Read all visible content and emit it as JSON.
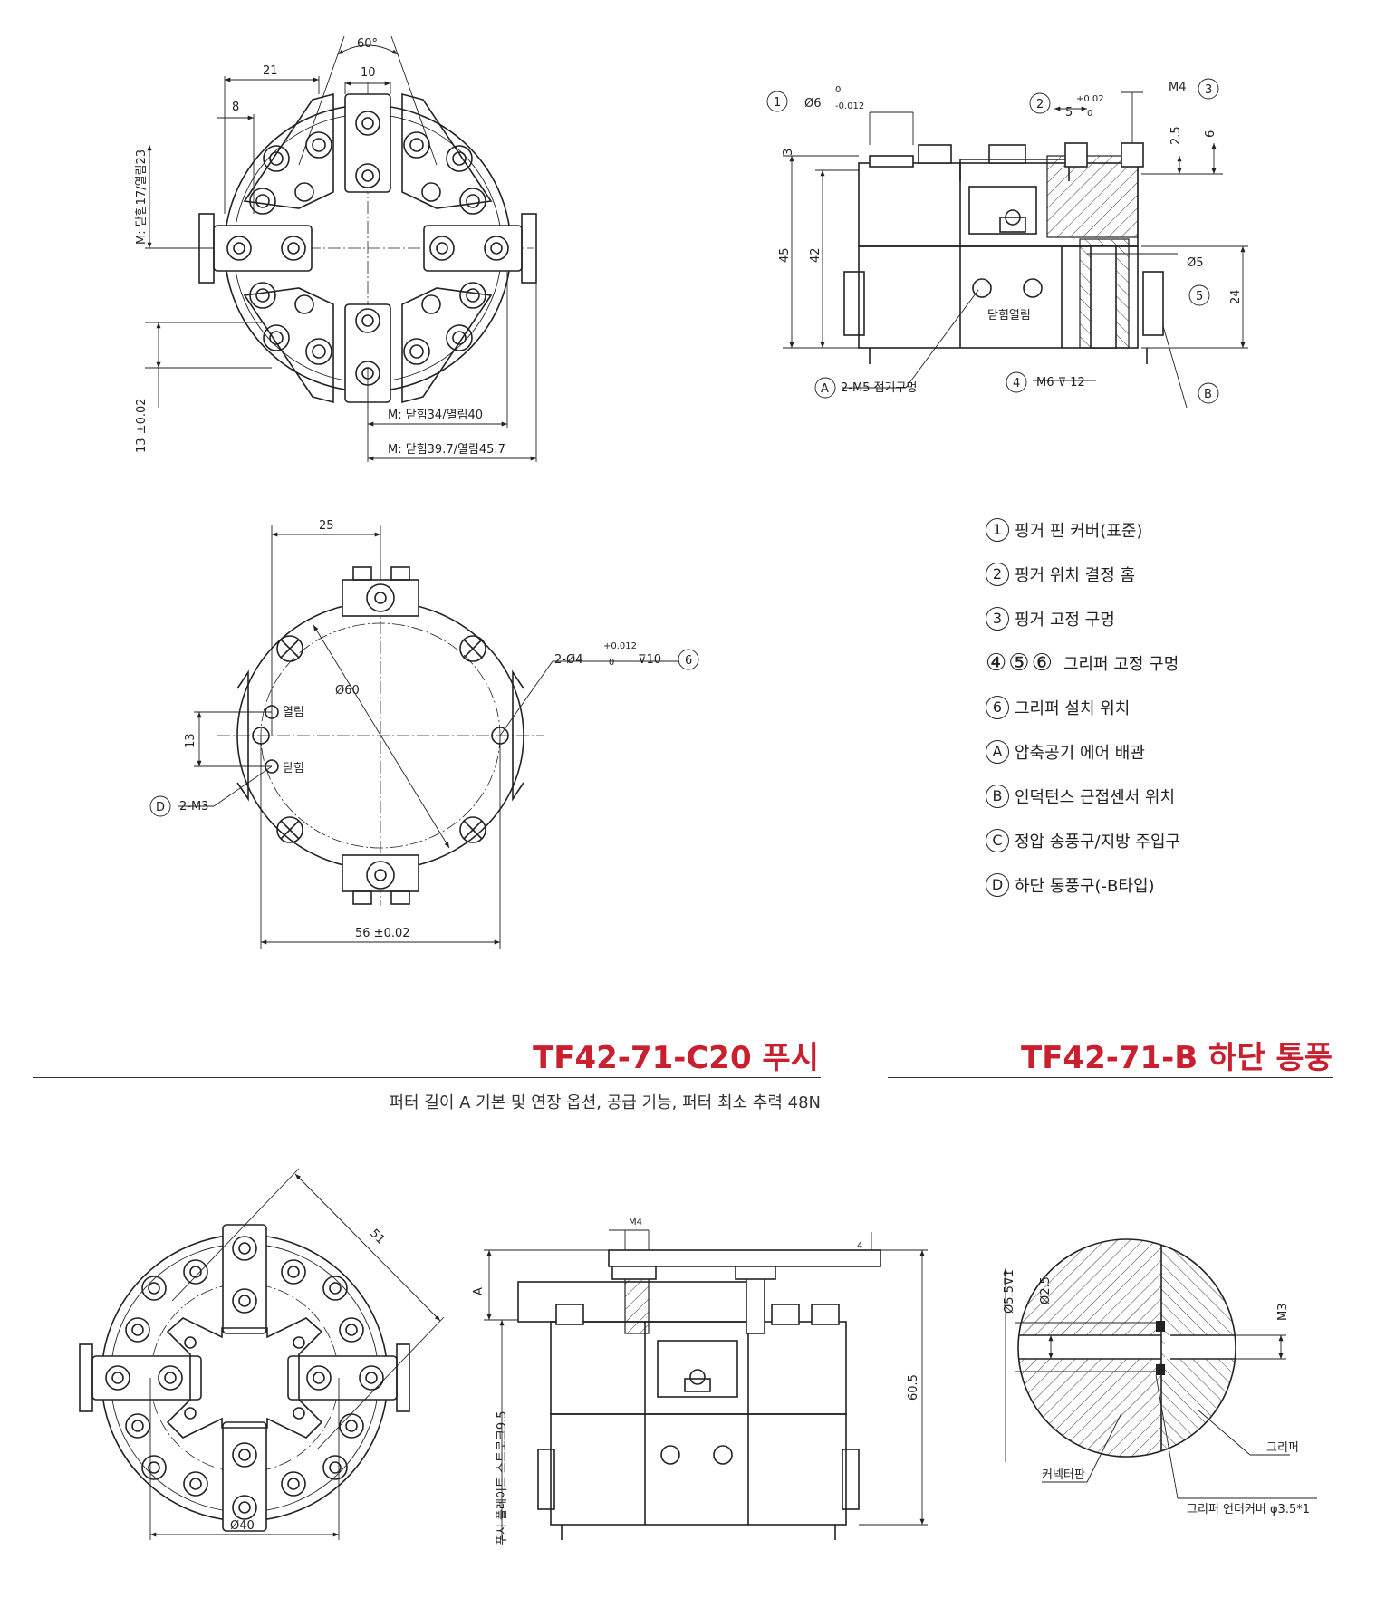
{
  "top_view": {
    "angle_label": "60°",
    "dim_21": "21",
    "dim_10": "10",
    "dim_8": "8",
    "dim_left_vertical": "M: 닫힘17/열림23",
    "dim_13": "13 ±0.02",
    "dim_m34": "M: 닫힘34/열림40",
    "dim_m397": "M: 닫힘39.7/열림45.7"
  },
  "side_view": {
    "callout_1": "1",
    "dia6": "Ø6",
    "dia6_tol_upper": "0",
    "dia6_tol_lower": "-0.012",
    "callout_2": "2",
    "dim_5": "5",
    "dim_5_tol_upper": "+0.02",
    "dim_5_tol_lower": "0",
    "m4": "M4",
    "callout_3": "3",
    "dim_3": "3",
    "dim_45": "45",
    "dim_42": "42",
    "dim_2_5": "2.5",
    "dim_6": "6",
    "dia5": "Ø5",
    "callout_5": "5",
    "dim_24": "24",
    "close_open": "닫힘열림",
    "callout_A": "A",
    "a_text": "2-M5 접기구멍",
    "callout_4": "4",
    "m6_text": "M6 ⊽ 12",
    "callout_B": "B"
  },
  "bottom_view": {
    "dim_25": "25",
    "dia60": "Ø60",
    "hole_text": "2-Ø4",
    "hole_tol_upper": "+0.012",
    "hole_tol_lower": "0",
    "hole_depth": "⊽10",
    "callout_6": "6",
    "open_label": "열림",
    "close_label": "닫힘",
    "dim_13": "13",
    "callout_D": "D",
    "d_text": "2-M3",
    "dim_56": "56 ±0.02"
  },
  "legend": [
    {
      "mark": "1",
      "text": "핑거 핀 커버(표준)"
    },
    {
      "mark": "2",
      "text": "핑거 위치 결정 홈"
    },
    {
      "mark": "3",
      "text": "핑거 고정 구멍"
    },
    {
      "mark": "④⑤⑥",
      "text": "그리퍼 고정 구멍"
    },
    {
      "mark": "6",
      "text": "그리퍼 설치 위치"
    },
    {
      "mark": "A",
      "text": "압축공기 에어 배관"
    },
    {
      "mark": "B",
      "text": "인덕턴스 근접센서 위치"
    },
    {
      "mark": "C",
      "text": "정압 송풍구/지방 주입구"
    },
    {
      "mark": "D",
      "text": "하단 통풍구(-B타입)"
    }
  ],
  "section_push": {
    "title": "TF42-71-C20 푸시",
    "subtitle": "퍼터 길이 A 기본 및 연장 옵션, 공급 기능, 퍼터 최소 추력 48N"
  },
  "section_vent": {
    "title": "TF42-71-B 하단 통풍"
  },
  "push_view": {
    "dim_51": "51",
    "dia40": "Ø40",
    "m4": "M4",
    "dim_4": "4",
    "dim_A": "A",
    "plate_label": "푸시 플레이트 스트로크9.5",
    "dim_60_5": "60.5"
  },
  "vent_view": {
    "dia5_5": "Ø5.5⊽1",
    "dia2_5": "Ø2.5",
    "m3": "M3",
    "gripper": "그리퍼",
    "connector": "커넥터판",
    "under_cover": "그리퍼 언더커버 φ3.5*1"
  },
  "colors": {
    "title_red": "#c8202f",
    "line": "#222222"
  }
}
